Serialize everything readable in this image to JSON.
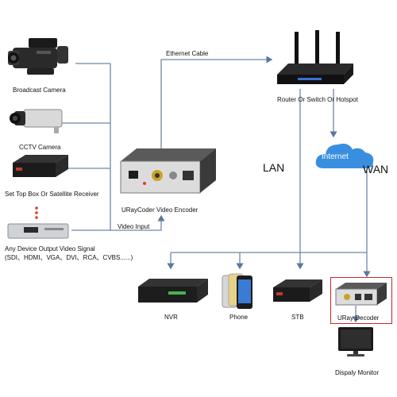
{
  "sources": {
    "broadcast_camera": "Broadcast Camera",
    "cctv_camera": "CCTV Camera",
    "set_top_box": "Set Top Box Or Satellite Receiver",
    "any_device_line1": "Any Device Output Video Signal",
    "any_device_line2": "(SDI、HDMI、VGA、DVI、RCA、CVBS......)"
  },
  "encoder": {
    "label": "URayCoder Video Encoder",
    "video_input": "Video Input"
  },
  "network": {
    "ethernet_cable": "Ethernet Cable",
    "router": "Router Or Switch Or Hotspot",
    "internet": "Internet",
    "lan": "LAN",
    "wan": "WAN"
  },
  "outputs": {
    "nvr": "NVR",
    "phone": "Phone",
    "stb": "STB",
    "decoder": "URay Decoder",
    "monitor": "Dispaly Monitor"
  },
  "colors": {
    "wire": "#6f87a8",
    "arrow": "#5c77a0",
    "cloud": "#3a8ee0",
    "decoder_box": "#c62828",
    "device_dark": "#1d1d1d"
  }
}
